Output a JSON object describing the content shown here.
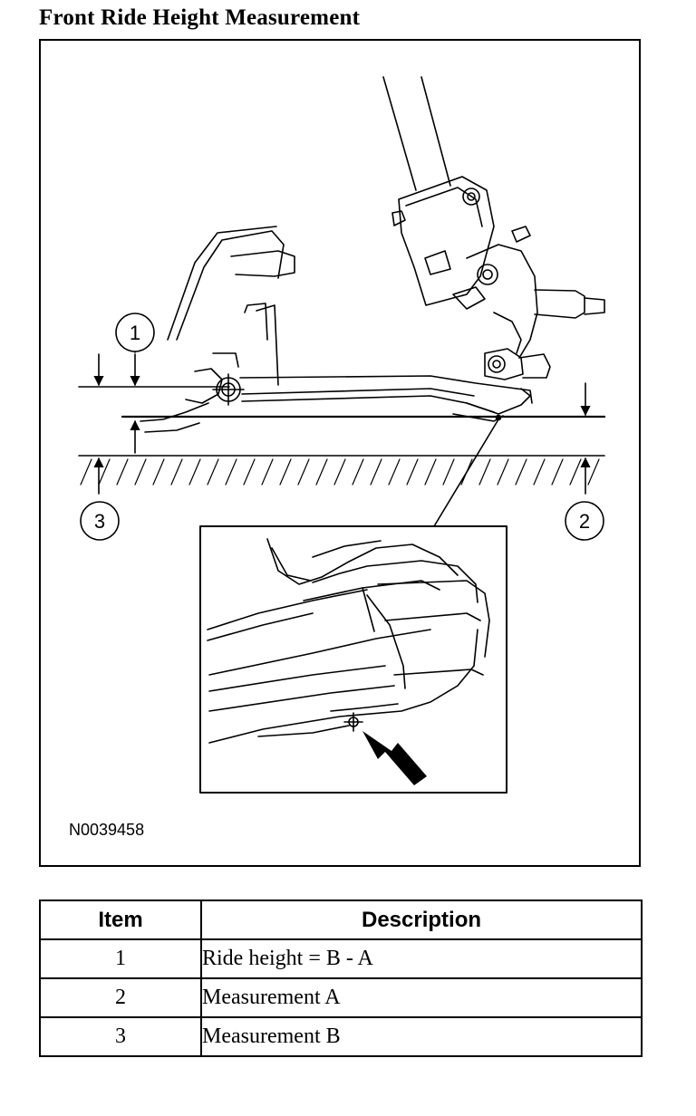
{
  "title": "Front Ride Height Measurement",
  "figure": {
    "id": "N0039458",
    "callouts": [
      "1",
      "2",
      "3"
    ]
  },
  "legend": {
    "headers": {
      "item": "Item",
      "description": "Description"
    },
    "rows": [
      {
        "item": "1",
        "description": "Ride height = B - A"
      },
      {
        "item": "2",
        "description": "Measurement A"
      },
      {
        "item": "3",
        "description": "Measurement B"
      }
    ]
  }
}
